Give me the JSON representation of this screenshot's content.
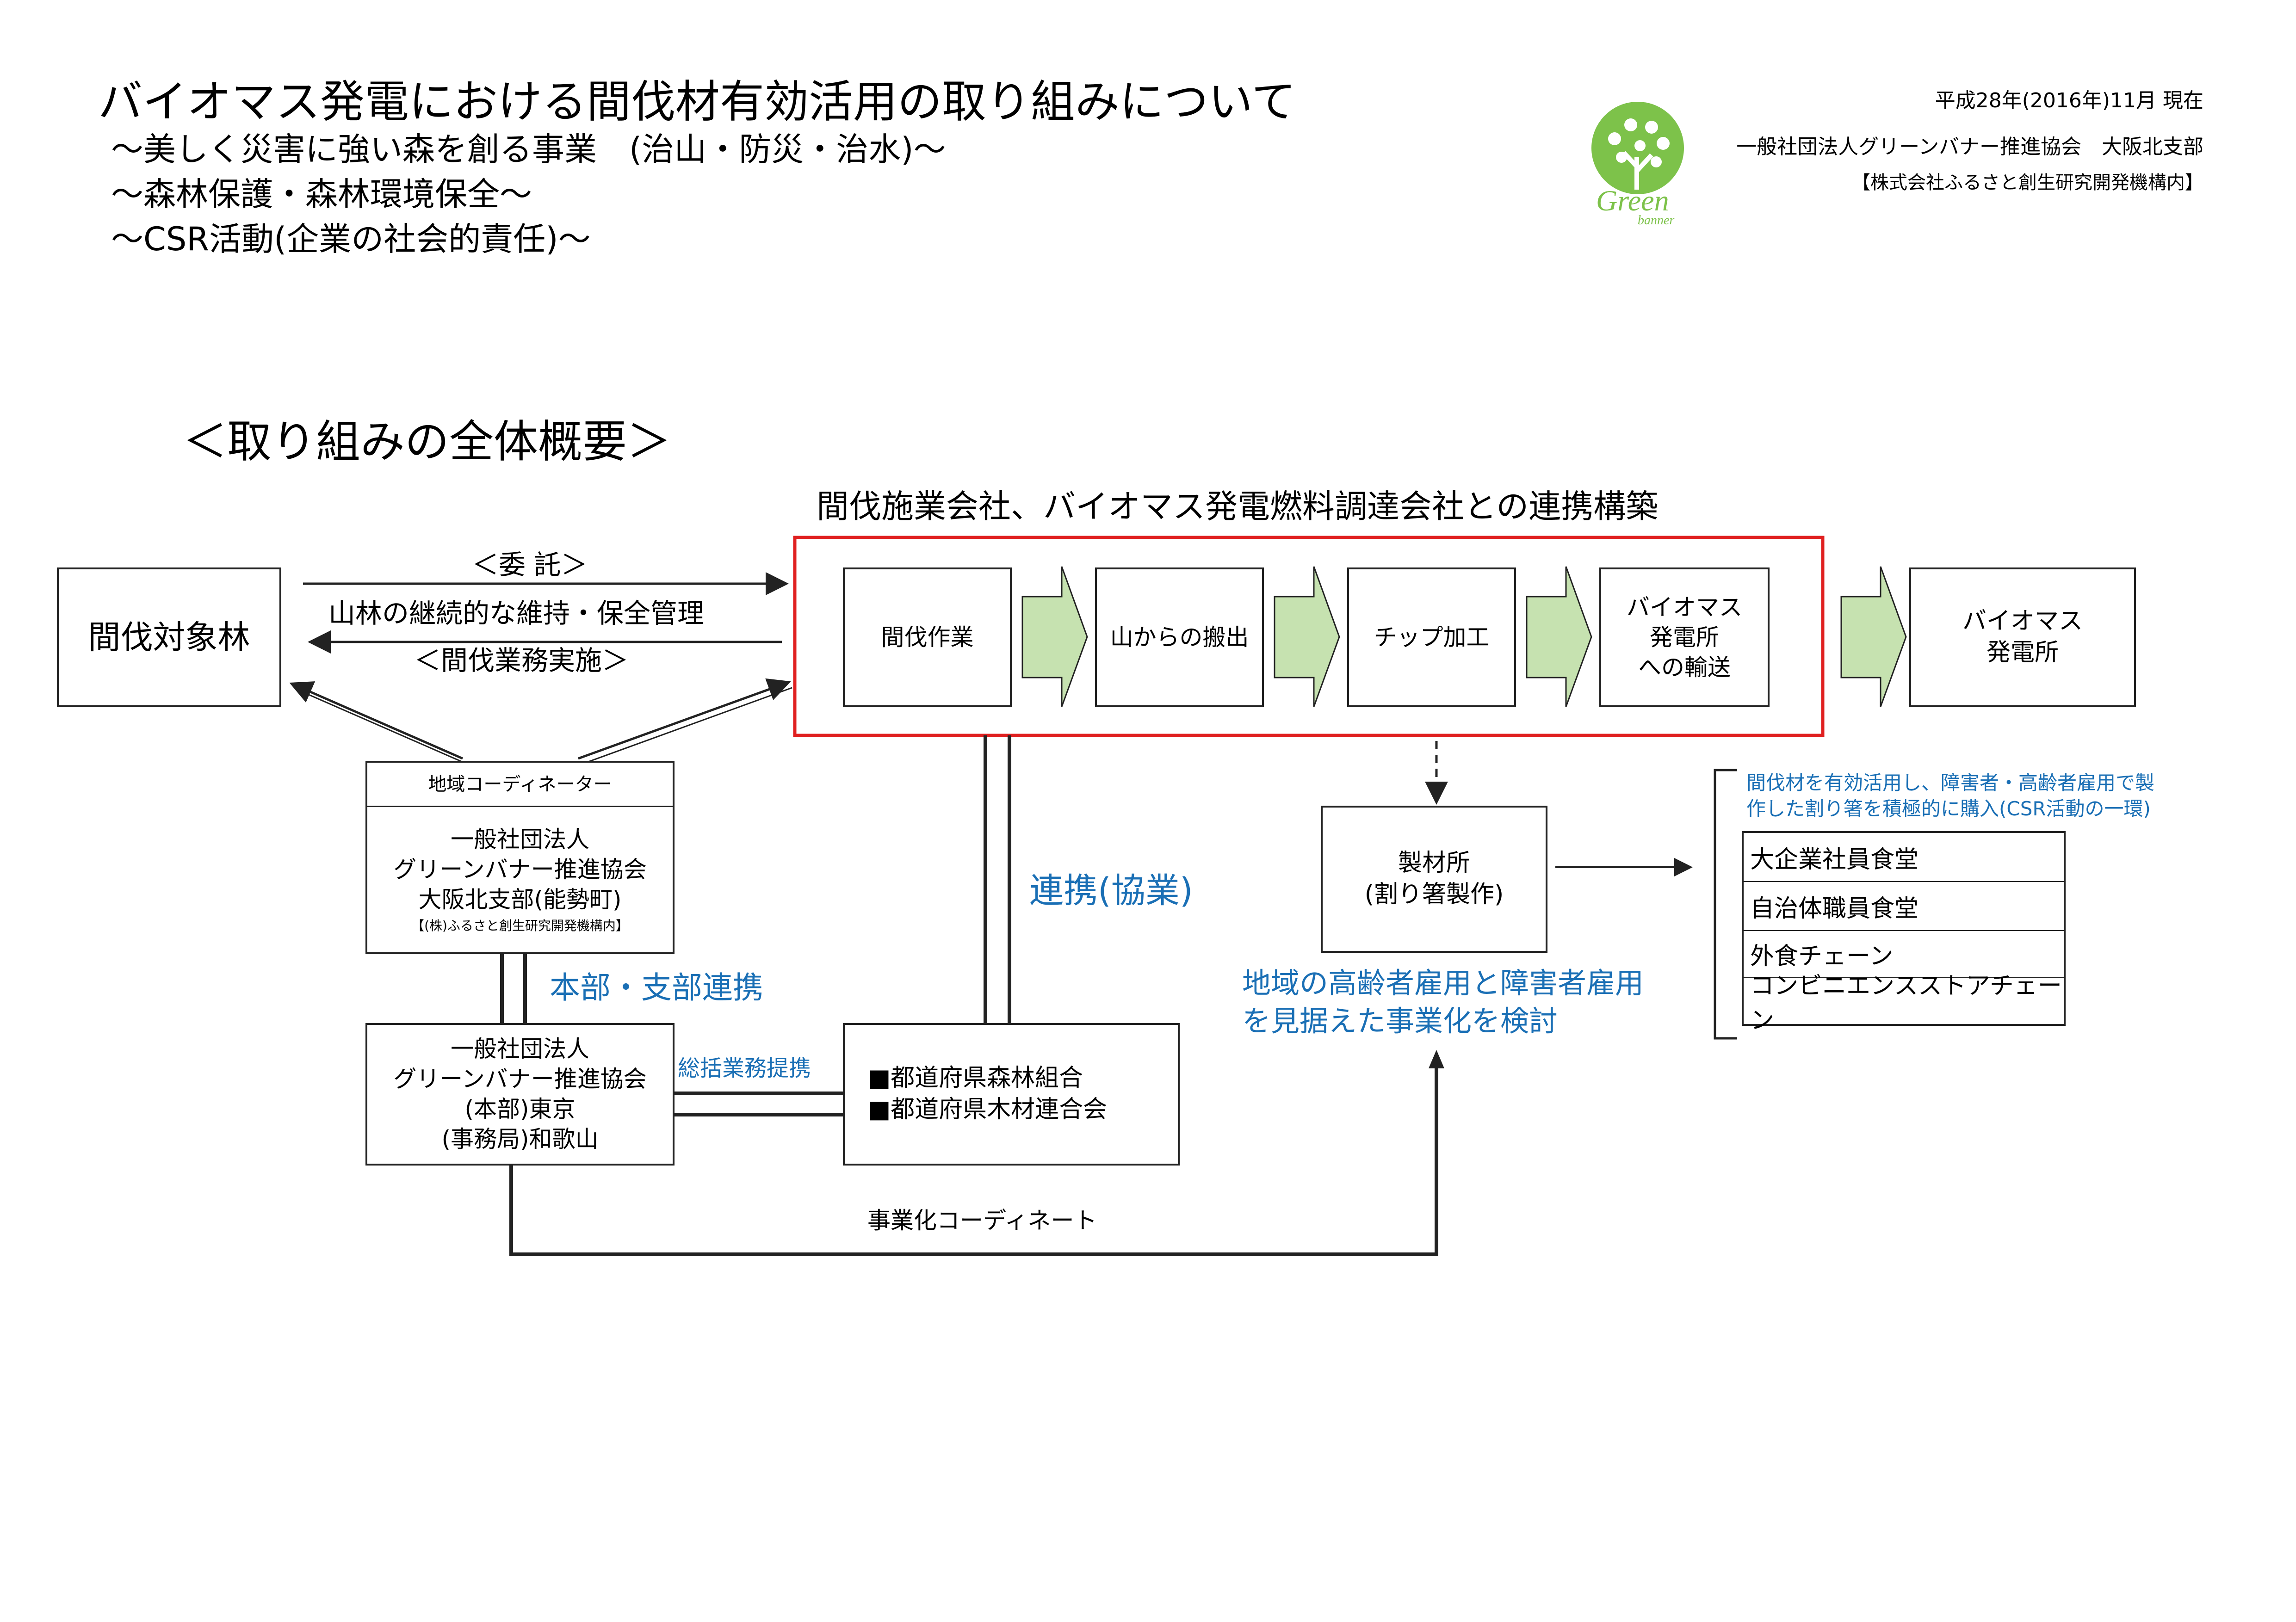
{
  "header": {
    "title": "バイオマス発電における間伐材有効活用の取り組みについて",
    "subtitles": [
      "～美しく災害に強い森を創る事業　(治山・防災・治水)～",
      "～森林保護・森林環境保全～",
      "～CSR活動(企業の社会的責任)～"
    ],
    "date": "平成28年(2016年)11月 現在",
    "org_name": "一般社団法人グリーンバナー推進協会　大阪北支部",
    "org_note": "【株式会社ふるさと創生研究開発機構内】",
    "logo_text": "Green",
    "logo_subtext": "banner"
  },
  "overview_title": "＜取り組みの全体概要＞",
  "partnership_heading": "間伐施業会社、バイオマス発電燃料調達会社との連携構築",
  "forest_box": "間伐対象林",
  "commission": {
    "top": "＜委 託＞",
    "middle": "山林の継続的な維持・保全管理",
    "bottom": "＜間伐業務実施＞"
  },
  "process_steps": [
    "間伐作業",
    "山からの搬出",
    "チップ加工",
    "バイオマス\n発電所\nへの輸送"
  ],
  "powerplant_box": "バイオマス\n発電所",
  "coordinator": {
    "header": "地域コーディネーター",
    "lines": [
      "一般社団法人",
      "グリーンバナー推進協会",
      "大阪北支部(能勢町)"
    ],
    "note": "【(株)ふるさと創生研究開発機構内】"
  },
  "hq_box": [
    "一般社団法人",
    "グリーンバナー推進協会",
    "(本部)東京",
    "(事務局)和歌山"
  ],
  "prefecture_box": [
    "■都道府県森林組合",
    "■都道府県木材連合会"
  ],
  "labels": {
    "hq_branch": "本部・支部連携",
    "collaboration": "連携(協業)",
    "general_affairs": "総括業務提携",
    "business_coordinate": "事業化コーディネート",
    "employment_line1": "地域の高齢者雇用と障害者雇用",
    "employment_line2": "を見据えた事業化を検討"
  },
  "sawmill_box": [
    "製材所",
    "(割り箸製作)"
  ],
  "purchase_note": [
    "間伐材を有効活用し、障害者・高齢者雇用で製",
    "作した割り箸を積極的に購入(CSR活動の一環)"
  ],
  "buyers": [
    "大企業社員食堂",
    "自治体職員食堂",
    "外食チェーン",
    "コンビニエンスストアチェーン"
  ],
  "colors": {
    "accent_red": "#e02020",
    "arrow_fill": "#c6e2b0",
    "text_blue": "#1a6fb5",
    "logo_green": "#7dc24a"
  }
}
